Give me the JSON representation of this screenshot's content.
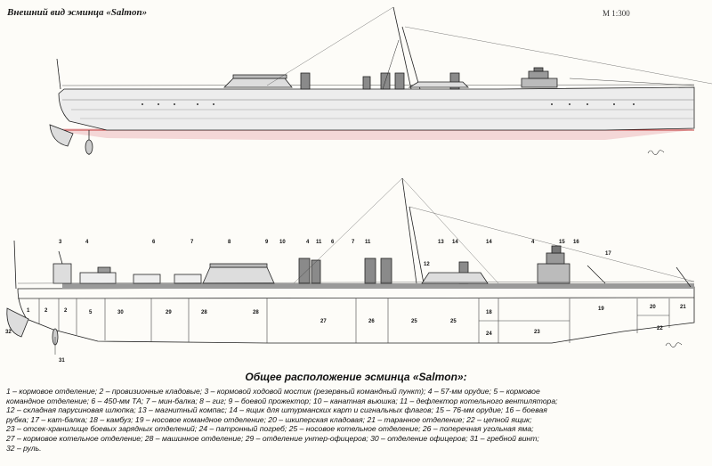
{
  "titles": {
    "exterior": "Внешний вид эсминца «Salmon»",
    "scale": "М 1:300",
    "layout": "Общее расположение эсминца «Salmon»:"
  },
  "legend_lines": [
    "1 – кормовое отделение; 2 – провизионные кладовые; 3 – кормовой ходовой мостик (резервный командный пункт); 4 – 57-мм орудие; 5 – кормовое",
    "командное отделение; 6 – 450-мм ТА; 7 – мин-балка; 8 – гиг; 9 – боевой прожектор; 10 – канатная вьюшка; 11 – дефлектор котельного вентилятора;",
    "12 – складная парусиновая шлюпка; 13 – магнитный компас; 14 – ящик для штурманских карт и сигнальных флагов; 15 – 76-мм орудие; 16 – боевая",
    "рубка; 17 – кат-балка; 18 – камбуз; 19 – носовое командное отделение; 20 – шкиперская кладовая; 21 – таранное отделение; 22 – цепной ящик;",
    "23 – отсек-хранилище боевых зарядных отделений; 24 – патронный погреб; 25 – носовое котельное отделение; 26 – поперечная угольная яма;",
    "27 – кормовое котельное отделение; 28 – машинное отделение; 29 – отделение унтер-офицеров; 30 – отделение офицеров; 31 – гребной винт;",
    "32 – руль."
  ],
  "callouts_top": [
    "3",
    "4",
    "6",
    "7",
    "8",
    "9",
    "10",
    "4",
    "11",
    "6",
    "7",
    "11",
    "12",
    "13",
    "14",
    "14",
    "4",
    "15",
    "16",
    "17"
  ],
  "compartments": [
    "32",
    "1",
    "2",
    "2",
    "5",
    "30",
    "29",
    "28",
    "28",
    "27",
    "26",
    "25",
    "25",
    "18",
    "24",
    "23",
    "19",
    "20",
    "21",
    "22",
    "31"
  ],
  "colors": {
    "line": "#222222",
    "hull_fill": "#ededed",
    "deck_fill": "#9a9a9a",
    "funnel_fill": "#8a8a8a",
    "underwater": "#f4d7d7",
    "waterline": "#c23a3a"
  }
}
